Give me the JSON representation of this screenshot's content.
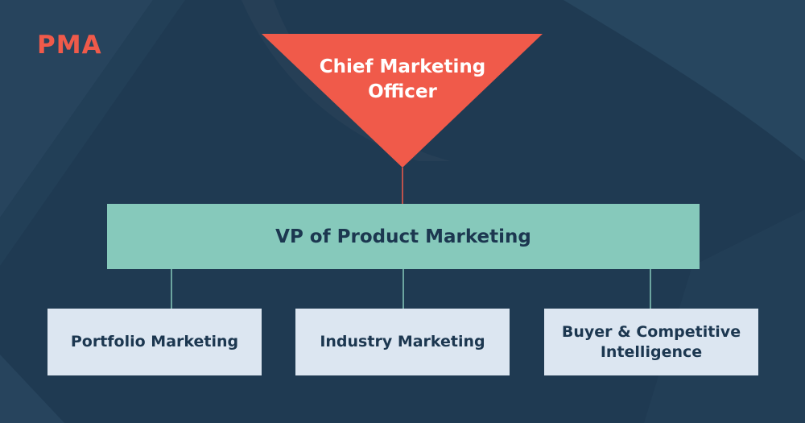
{
  "logo": {
    "text": "PMA"
  },
  "diagram": {
    "root": {
      "label": "Chief Marketing Officer"
    },
    "middle": {
      "label": "VP of Product Marketing"
    },
    "children": [
      {
        "label": "Portfolio Marketing"
      },
      {
        "label": "Industry Marketing"
      },
      {
        "label": "Buyer & Competitive Intelligence"
      }
    ]
  },
  "colors": {
    "background": "#1f3a52",
    "accent": "#f05a4a",
    "middle_box": "#86c9bb",
    "child_box": "#dce6f1",
    "text_dark": "#1c3750"
  }
}
